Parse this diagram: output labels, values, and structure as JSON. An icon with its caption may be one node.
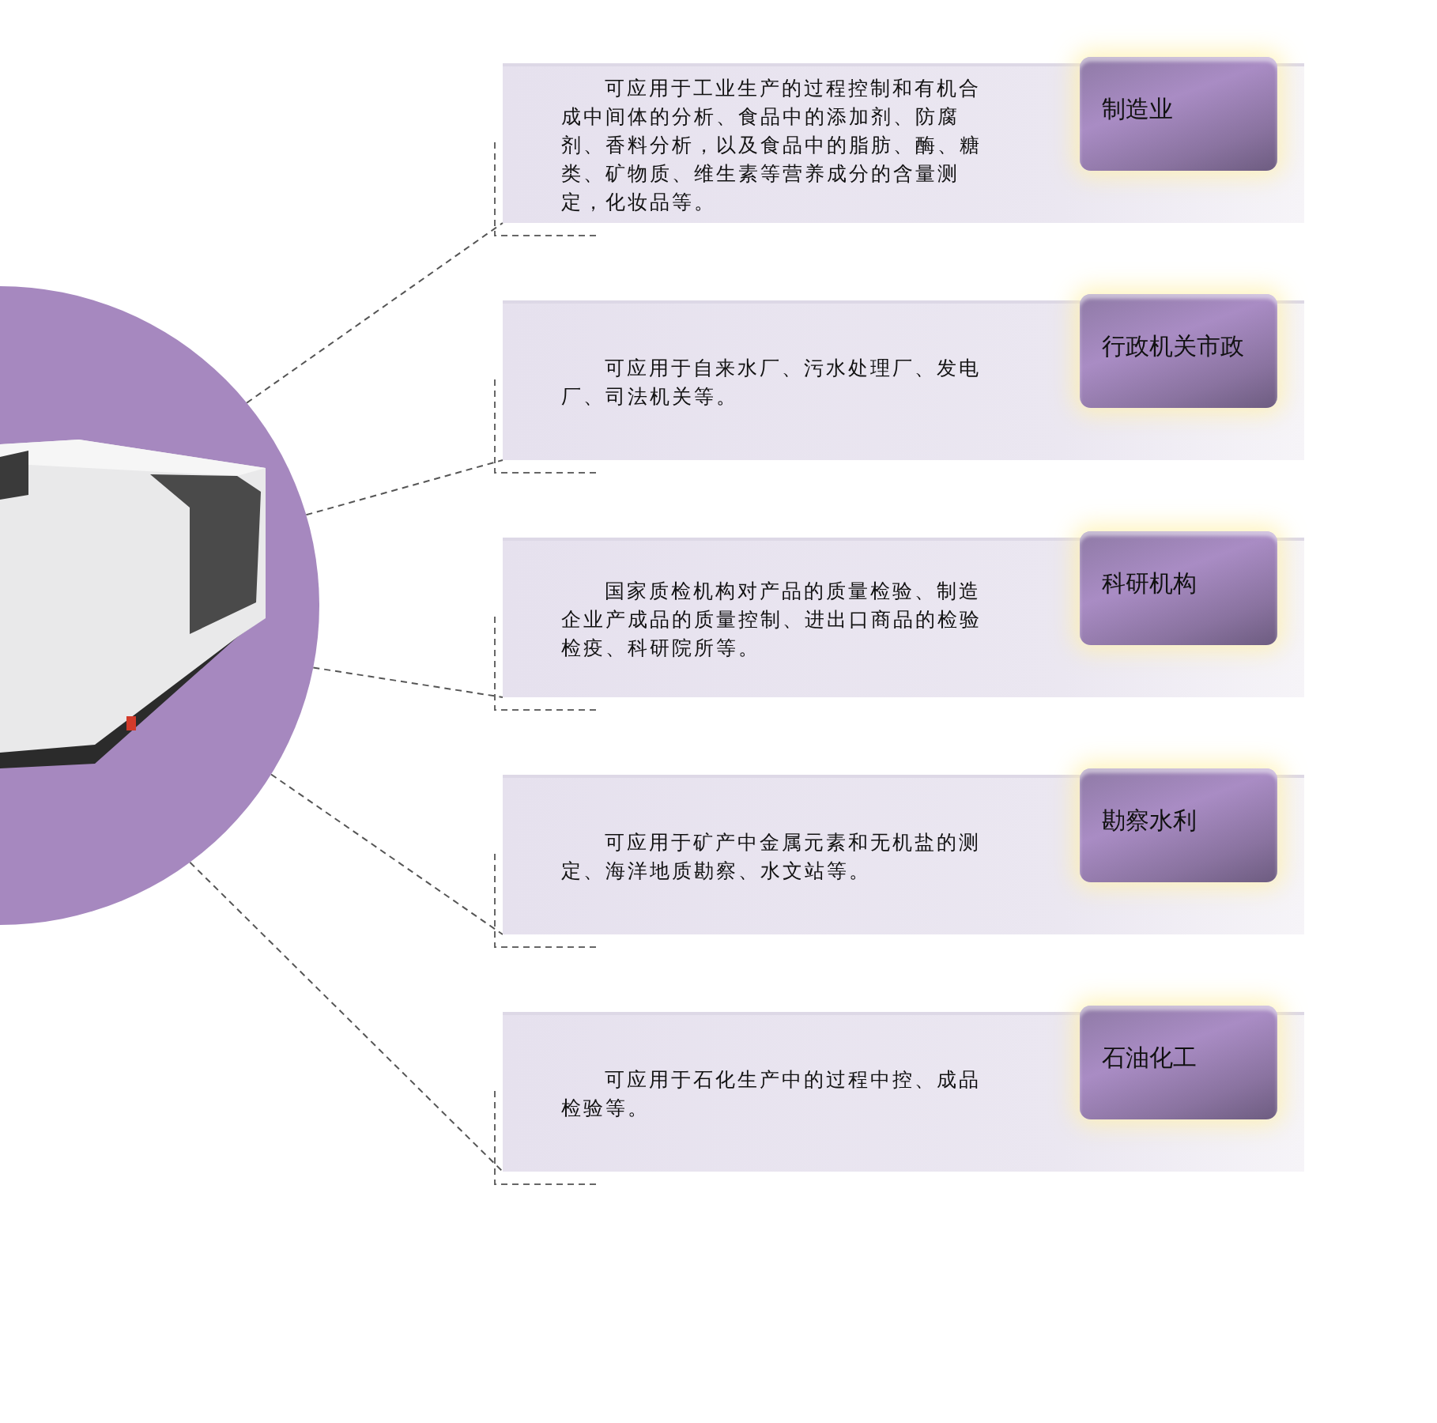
{
  "diagram": {
    "nodes": [
      {
        "text": [],
        "shape": "picture"
      },
      {
        "text": [
          "可应用于工业生产的过程控制和有机合成中间体的分析、食品中的添加剂、防腐剂、香料分析，以及食品中的脂肪、酶、糖类、矿物质、维生素等营养成分的含量测定，化妆品等。"
        ]
      },
      {
        "text": [
          "制造业"
        ],
        "in": 1
      },
      {
        "text": [
          "可应用于自来水厂、污水处理厂、发电厂、司法机关等。"
        ]
      },
      {
        "text": [
          "行政机关市政"
        ],
        "in": 3
      },
      {
        "text": [
          "国家质检机构对产品的质量检验、制造企业产成品的质量控制、进出口商品的检验检疫、科研院所等。"
        ]
      },
      {
        "text": [
          "科研机构"
        ],
        "in": 5
      },
      {
        "text": [
          "可应用于矿产中金属元素和无机盐的测定、海洋地质勘察、水文站等。"
        ]
      },
      {
        "text": [
          "勘察水利"
        ],
        "in": 7
      },
      {
        "text": [
          "可应用于石化生产中的过程中控、成品检验等。"
        ]
      },
      {
        "text": [
          "石油化工"
        ],
        "in": 9
      }
    ],
    "edges": [
      {
        "from": 0,
        "to": 1,
        "arrow": "none",
        "style": "dashed"
      },
      {
        "from": 0,
        "to": 3,
        "arrow": "none",
        "style": "dashed"
      },
      {
        "from": 0,
        "to": 5,
        "arrow": "none",
        "style": "dashed"
      },
      {
        "from": 0,
        "to": 7,
        "arrow": "none",
        "style": "dashed"
      },
      {
        "from": 0,
        "to": 9,
        "arrow": "none",
        "style": "dashed"
      }
    ]
  }
}
